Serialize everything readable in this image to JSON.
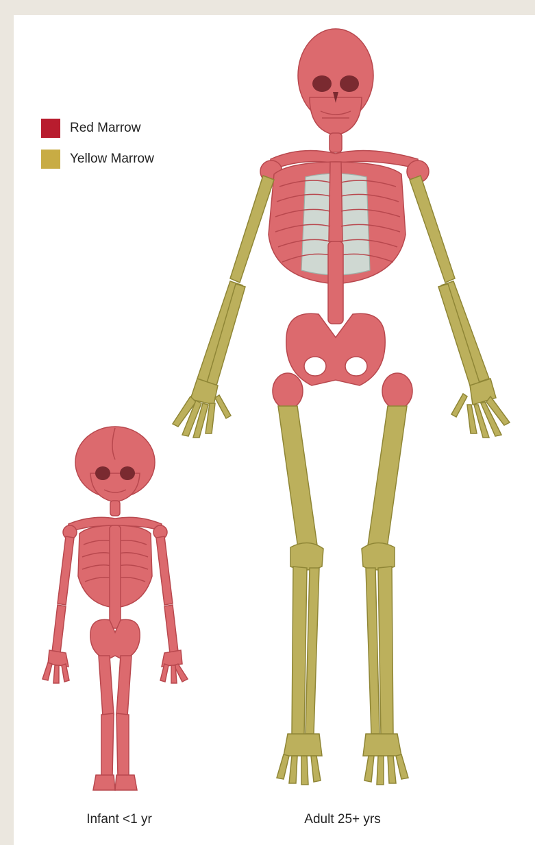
{
  "legend": {
    "items": [
      {
        "label": "Red Marrow",
        "color": "#b81c2e"
      },
      {
        "label": "Yellow Marrow",
        "color": "#c8ac44"
      }
    ]
  },
  "captions": {
    "infant": "Infant <1 yr",
    "adult": "Adult 25+ yrs"
  },
  "colors": {
    "red_bone": "#dc6a6e",
    "red_bone_stroke": "#b8484e",
    "yellow_bone": "#bcb05c",
    "yellow_bone_stroke": "#8f8636",
    "cartilage": "#cfd8d2",
    "cartilage_stroke": "#9fb0a8",
    "page_border": "#ebe7df"
  }
}
